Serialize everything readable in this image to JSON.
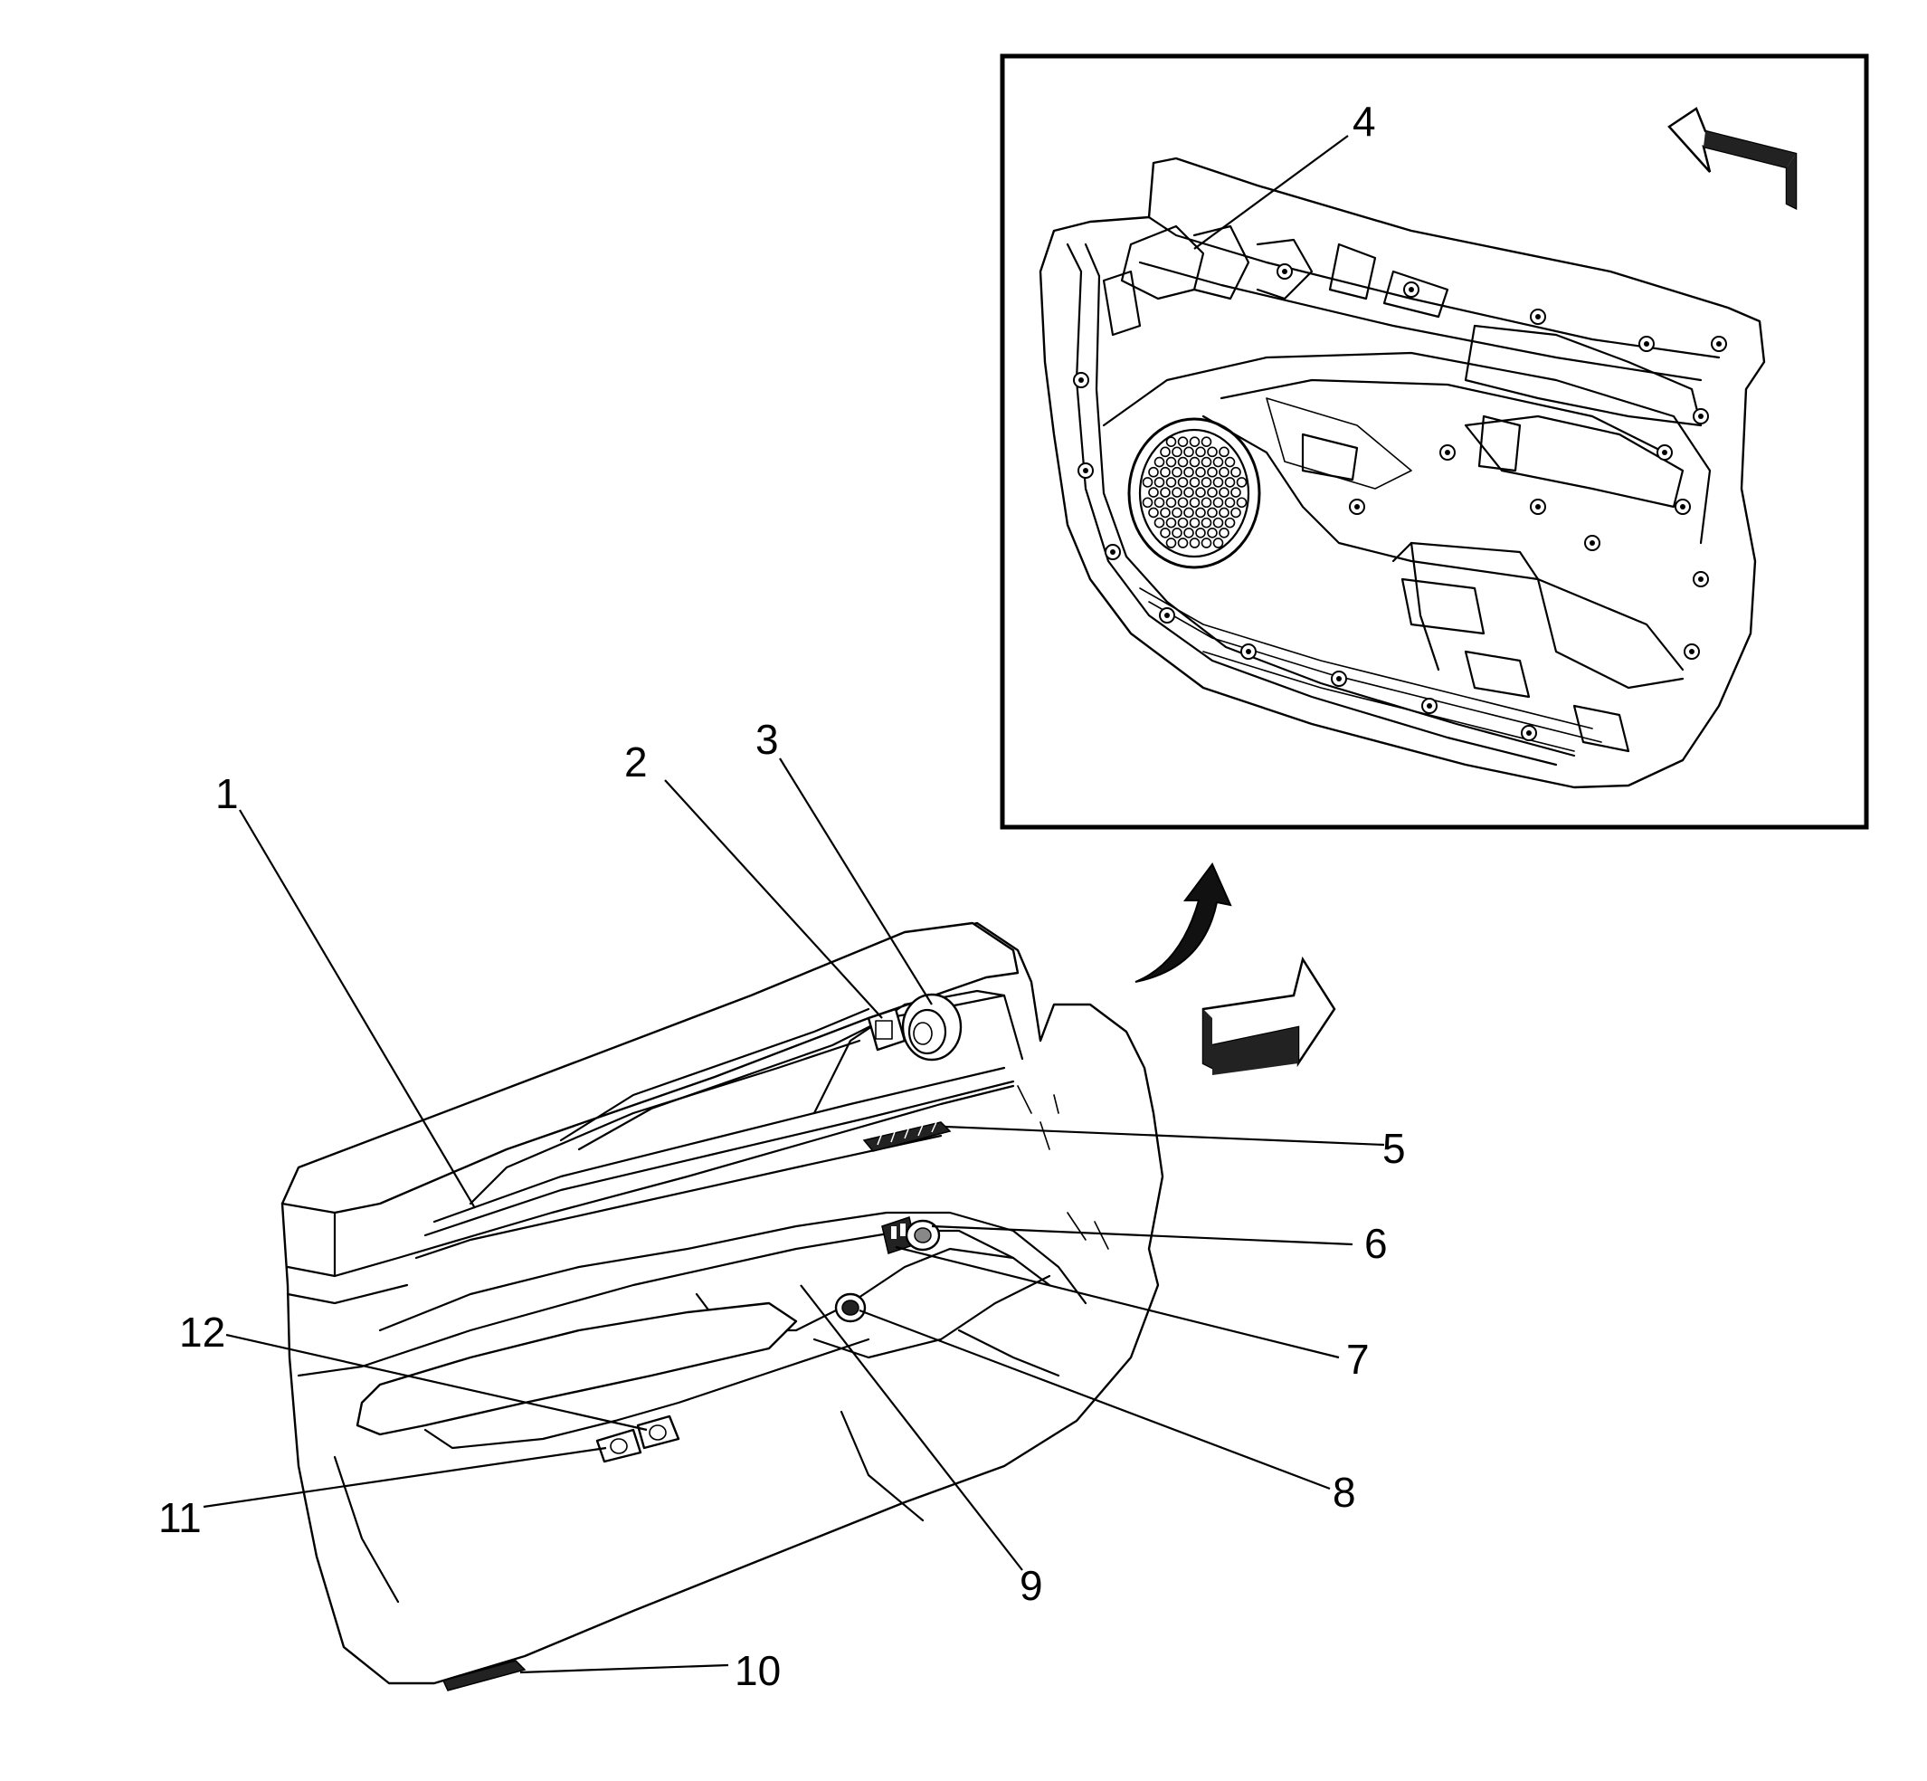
{
  "callouts": [
    {
      "id": "1",
      "label": "1"
    },
    {
      "id": "2",
      "label": "2"
    },
    {
      "id": "3",
      "label": "3"
    },
    {
      "id": "4",
      "label": "4"
    },
    {
      "id": "5",
      "label": "5"
    },
    {
      "id": "6",
      "label": "6"
    },
    {
      "id": "7",
      "label": "7"
    },
    {
      "id": "8",
      "label": "8"
    },
    {
      "id": "9",
      "label": "9"
    },
    {
      "id": "10",
      "label": "10"
    },
    {
      "id": "11",
      "label": "11"
    },
    {
      "id": "12",
      "label": "12"
    }
  ],
  "colors": {
    "line": "#000000",
    "background": "#ffffff",
    "arrow_shade": "#222222"
  },
  "icons": {
    "view_arrow": "direction-of-view-arrow-icon",
    "removal_arrow": "curved-removal-arrow-icon"
  }
}
